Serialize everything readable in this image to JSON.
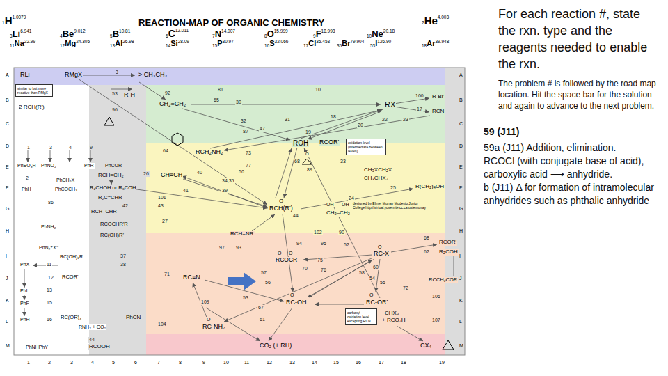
{
  "diagram": {
    "title": "REACTION-MAP OF ORGANIC CHEMISTRY",
    "nodes": [
      {
        "text": [
          "similar to but more reactive than RMgX"
        ]
      },
      {
        "text": [
          "oxidation level (intermediate between levels)"
        ]
      },
      {
        "text": [
          "carboxyl oxidation level excepting RCN"
        ]
      }
    ],
    "labels": [
      "1",
      "H",
      "1.0079",
      "2",
      "He",
      "4.003",
      "3",
      "Li",
      "6.941",
      "4",
      "Be",
      "9.012",
      "5",
      "B",
      "10.81",
      "6",
      "C",
      "12.011",
      "7",
      "N",
      "14.007",
      "8",
      "O",
      "15.999",
      "9",
      "F",
      "18.998",
      "10",
      "Ne",
      "20.18",
      "11",
      "Na",
      "22.99",
      "12",
      "Mg",
      "24.305",
      "13",
      "Al",
      "26.98",
      "14",
      "Si",
      "28.09",
      "15",
      "P",
      "30.97",
      "16",
      "S",
      "32.066",
      "17",
      "Cl",
      "35.453",
      "35",
      "Br",
      "79.904",
      "53",
      "I",
      "126.90",
      "18",
      "Ar",
      "39.948",
      "A",
      "B",
      "C",
      "D",
      "E",
      "F",
      "G",
      "H",
      "I",
      "J",
      "K",
      "L",
      "M",
      "A",
      "B",
      "C",
      "D",
      "E",
      "F",
      "G",
      "H",
      "I",
      "J",
      "K",
      "L",
      "M",
      "1",
      "2",
      "3",
      "4",
      "5",
      "6",
      "7",
      "8",
      "9",
      "10",
      "11",
      "12",
      "13",
      "14",
      "15",
      "16",
      "17",
      "18",
      "19",
      "RLi",
      "RMgX",
      "3",
      "> CH₃CH₃",
      "53",
      "R-H",
      "92",
      "81",
      "10",
      "100",
      "R-Br",
      "2 RCH(R')",
      "CH₂=CH₂",
      "65",
      "30",
      "RX",
      "17",
      "RCN",
      "96",
      "18",
      "22",
      "23",
      "31",
      "32",
      "20",
      "47",
      "87",
      "19",
      "1",
      "3",
      "4",
      "9",
      "ROH",
      "RCOR'",
      "64",
      "RCH₂NH₂",
      "73",
      "68",
      "33",
      "PhSO₃H",
      "PhNO₂",
      "PhR",
      "PhCOR",
      "26",
      "RCH=CH₂",
      "CH≡CH",
      "40",
      "50",
      "77",
      "89",
      "CH₃XCH₂X",
      "CH₃CHX₂",
      "2",
      "PhCH₂X",
      "34,35",
      "PhH",
      "PhCOCH₃",
      "R₂CHOH or R₃COH",
      "41",
      "39",
      "25",
      "R(CH₂)₄OH",
      "R₂C=CHR",
      "101",
      "86",
      "42",
      "43",
      "O",
      "RCH(R')",
      "RCH–CHR",
      "OH",
      "OH",
      "24",
      "CH₂–CH₂",
      "44",
      "designed by Elmer Murray Modesto Junior College http://virtual.yosemite.cc.ca.us/emurray",
      "27",
      "RCOCHR'R",
      "PhNH₂",
      "RC(OH)R'",
      "RCH=NR",
      "102",
      "90",
      "68",
      "RCOR'",
      "PhN₂⁺X⁻",
      "97",
      "93",
      "94",
      "95",
      "52",
      "O",
      "RC-X",
      "62",
      "R₂COH",
      "RC(OH)₂R",
      "37",
      "38",
      "O",
      "O",
      "RCOCR",
      "75",
      "PhX",
      "11",
      "60",
      "70",
      "76",
      "58",
      "RCOR'",
      "71",
      "RC≡N",
      "54",
      "12",
      "55",
      "57",
      "56",
      "72",
      "RCCH₂COR",
      "PhI",
      "13",
      "53",
      "109",
      "O",
      "RC-OH",
      "O",
      "RC-OR'",
      "106",
      "PhF",
      "15",
      "67",
      "RC(OR)₃",
      "PhCN",
      "61",
      "PhH",
      "16",
      "CHX₃",
      "+ RCO₂H",
      "107",
      "104",
      "O",
      "RC-NH₂",
      "RNH₂ + CO₂",
      "44",
      "PhNHPhY",
      "RCOOH",
      "CO₂ (+ RH)",
      "CX₄",
      "O",
      "For each reaction #, state the rxn. type and the reagents needed to enable the rxn.",
      "The problem # is followed by the road map location. Hit the space bar for the solution and again to advance to the next problem.",
      "59 (J11)",
      "59a (J11) Addition, elimination.",
      "RCOCl (with conjugate base of acid),",
      "carboxylic acid ⟶ anhydride.",
      "b (J11) Δ for formation of intramolecular anhydrides such as phthalic anhydride"
    ]
  }
}
